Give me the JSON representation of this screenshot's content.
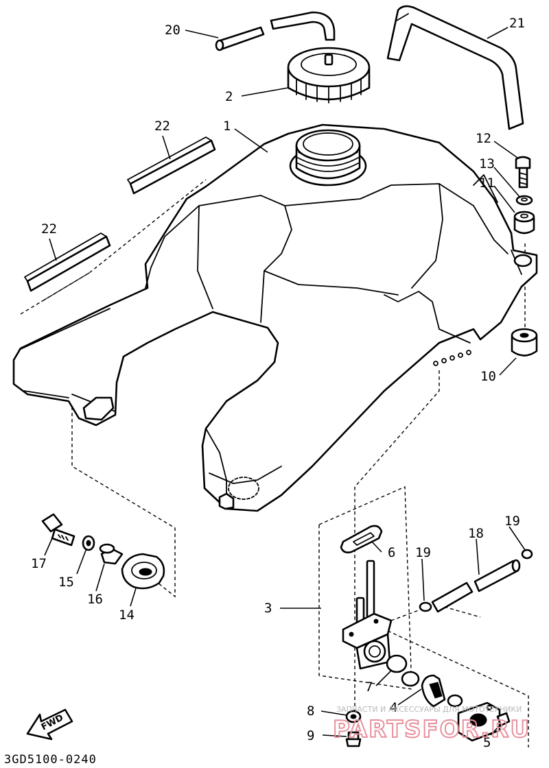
{
  "diagram_code": "3GD5100-0240",
  "fwd_label": "FWD",
  "watermark": {
    "top_text": "ЗАПЧАСТИ И АКСЕССУАРЫ ДЛЯ МОТОТЕХНИКИ",
    "big_text": "PARTSFOR.RU"
  },
  "callouts": {
    "c1": "1",
    "c2": "2",
    "c3": "3",
    "c4": "4",
    "c5": "5",
    "c6": "6",
    "c7": "7",
    "c8": "8",
    "c9": "9",
    "c10": "10",
    "c11": "11",
    "c12": "12",
    "c13": "13",
    "c14": "14",
    "c15": "15",
    "c16": "16",
    "c17": "17",
    "c18": "18",
    "c19a": "19",
    "c19b": "19",
    "c20": "20",
    "c21": "21",
    "c22a": "22",
    "c22b": "22"
  }
}
